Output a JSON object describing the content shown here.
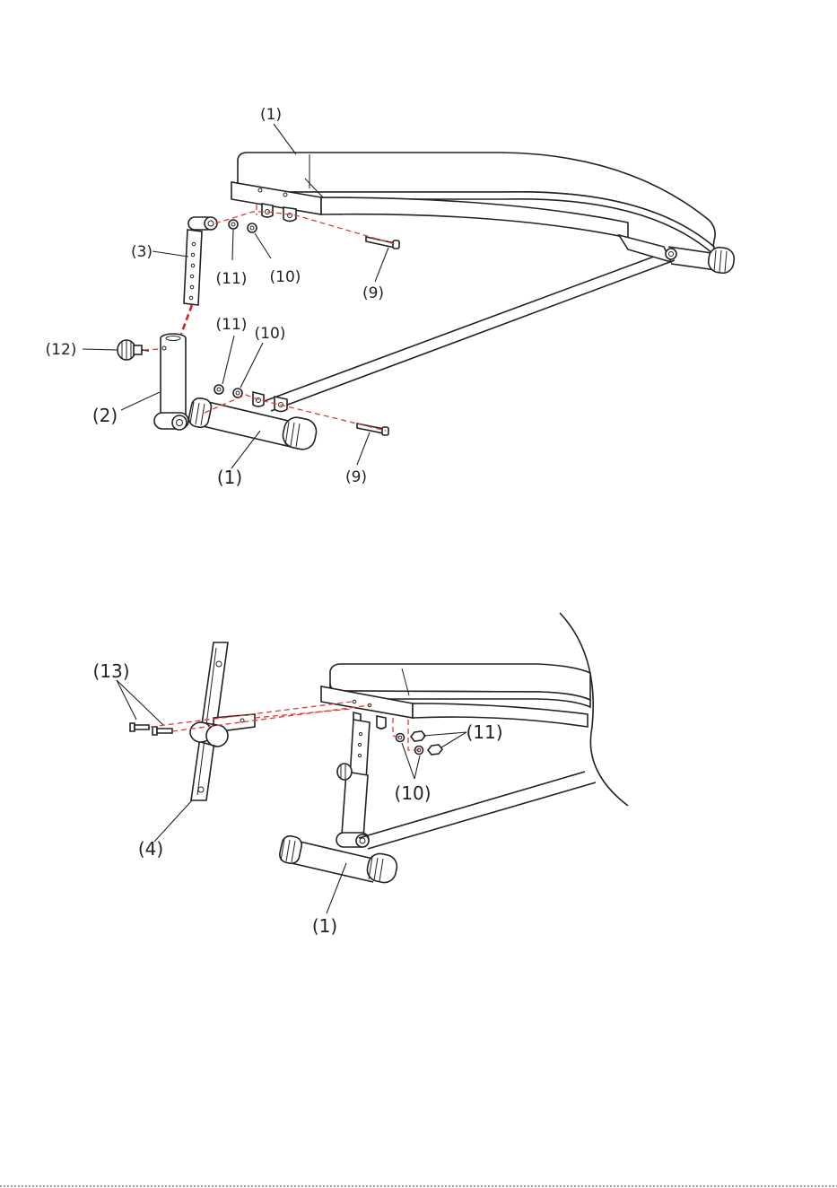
{
  "figure_top": {
    "labels": {
      "p1_top": "(1)",
      "p3": "(3)",
      "p11_top": "(11)",
      "p10_top": "(10)",
      "p9_top": "(9)",
      "p12": "(12)",
      "p11_mid": "(11)",
      "p10_mid": "(10)",
      "p2": "(2)",
      "p1_bottom": "(1)",
      "p9_bottom": "(9)"
    }
  },
  "figure_bottom": {
    "labels": {
      "p13": "(13)",
      "p11": "(11)",
      "p10": "(10)",
      "p4": "(4)",
      "p1": "(1)"
    }
  },
  "colors": {
    "line": "#222222",
    "guide_dashed": "#e03a3a"
  }
}
